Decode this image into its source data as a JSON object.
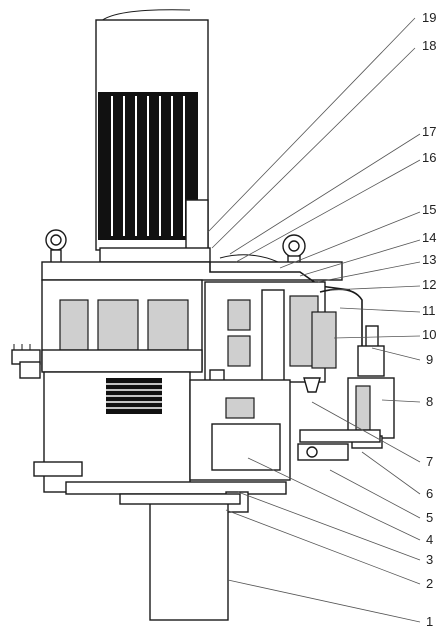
{
  "callouts": [
    {
      "id": "19",
      "label": "19"
    },
    {
      "id": "18",
      "label": "18"
    },
    {
      "id": "17",
      "label": "17"
    },
    {
      "id": "16",
      "label": "16"
    },
    {
      "id": "15",
      "label": "15"
    },
    {
      "id": "14",
      "label": "14"
    },
    {
      "id": "13",
      "label": "13"
    },
    {
      "id": "12",
      "label": "12"
    },
    {
      "id": "11",
      "label": "11"
    },
    {
      "id": "10",
      "label": "10"
    },
    {
      "id": "9",
      "label": "9"
    },
    {
      "id": "8",
      "label": "8"
    },
    {
      "id": "7",
      "label": "7"
    },
    {
      "id": "6",
      "label": "6"
    },
    {
      "id": "5",
      "label": "5"
    },
    {
      "id": "4",
      "label": "4"
    },
    {
      "id": "3",
      "label": "3"
    },
    {
      "id": "2",
      "label": "2"
    },
    {
      "id": "1",
      "label": "1"
    }
  ]
}
